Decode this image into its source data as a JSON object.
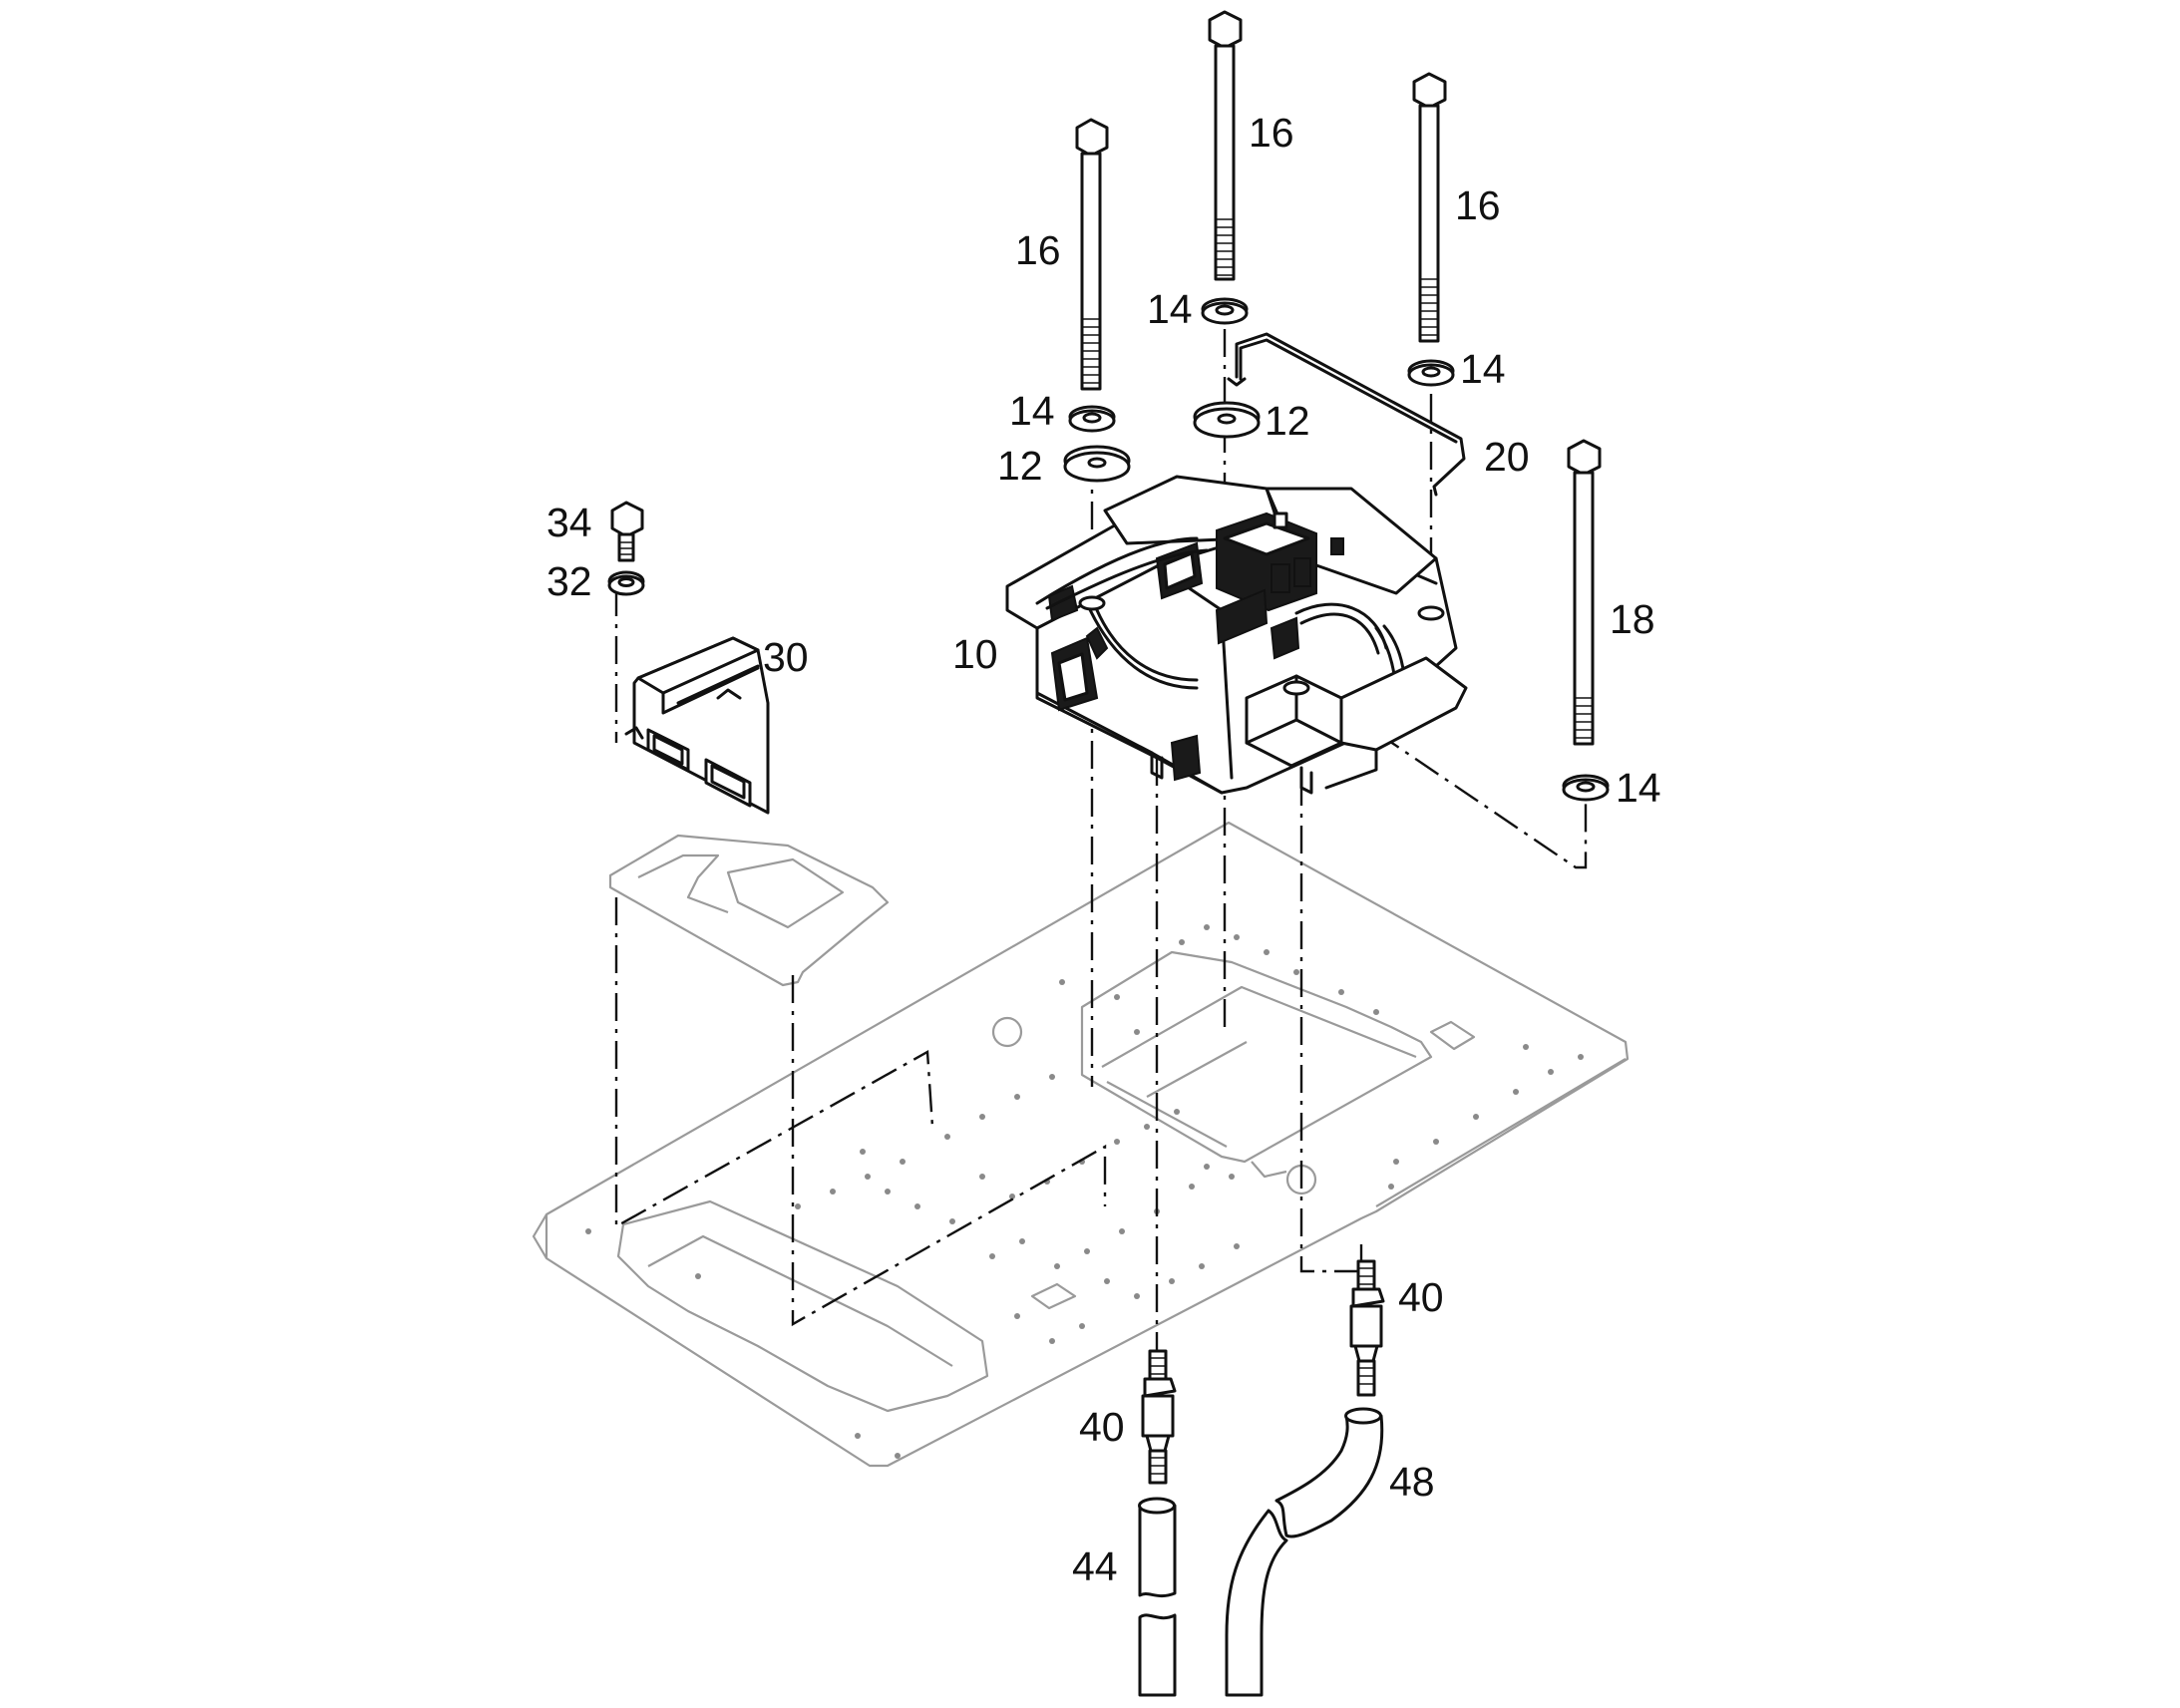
{
  "colors": {
    "line": "#111111",
    "frame": "#9a9a9a",
    "background": "#ffffff"
  },
  "callouts": [
    {
      "id": "bolt-16-a",
      "text": "16"
    },
    {
      "id": "bolt-16-b",
      "text": "16"
    },
    {
      "id": "bolt-16-c",
      "text": "16"
    },
    {
      "id": "bolt-18",
      "text": "18"
    },
    {
      "id": "washer-14-a",
      "text": "14"
    },
    {
      "id": "washer-14-b",
      "text": "14"
    },
    {
      "id": "washer-14-c",
      "text": "14"
    },
    {
      "id": "washer-14-d",
      "text": "14"
    },
    {
      "id": "washer-12-a",
      "text": "12"
    },
    {
      "id": "washer-12-b",
      "text": "12"
    },
    {
      "id": "bracket-20",
      "text": "20"
    },
    {
      "id": "unit-10",
      "text": "10"
    },
    {
      "id": "bolt-34",
      "text": "34"
    },
    {
      "id": "washer-32",
      "text": "32"
    },
    {
      "id": "duct-30",
      "text": "30"
    },
    {
      "id": "fitting-40-a",
      "text": "40"
    },
    {
      "id": "fitting-40-b",
      "text": "40"
    },
    {
      "id": "hose-44",
      "text": "44"
    },
    {
      "id": "hose-48",
      "text": "48"
    }
  ]
}
